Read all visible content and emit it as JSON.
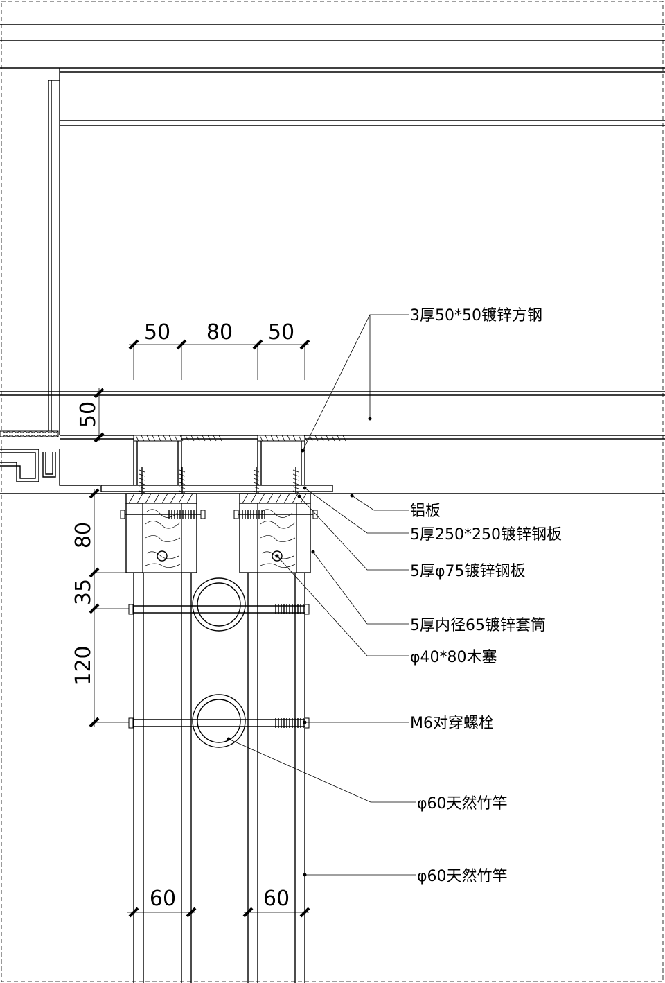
{
  "dimensions": {
    "top": [
      "50",
      "80",
      "50"
    ],
    "left_upper": "50",
    "left_lower": [
      "80",
      "35",
      "120"
    ],
    "bottom": [
      "60",
      "60"
    ]
  },
  "callouts": [
    "3厚50*50镀锌方钢",
    "铝板",
    "5厚250*250镀锌钢板",
    "5厚φ75镀锌钢板",
    "5厚内径65镀锌套筒",
    "φ40*80木塞",
    "M6对穿螺栓",
    "φ60天然竹竿",
    "φ60天然竹竿"
  ]
}
